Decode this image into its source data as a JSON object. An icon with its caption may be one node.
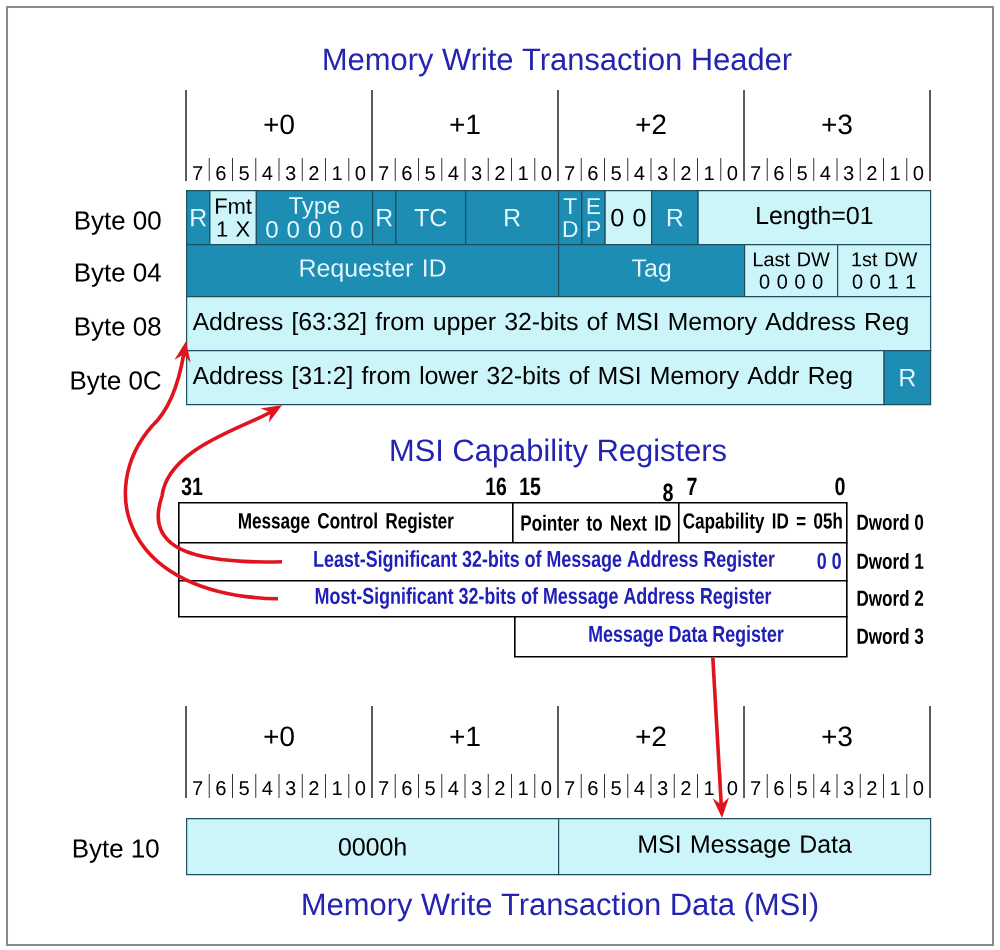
{
  "diagram": {
    "nodes": [
      {
        "text": [
          "R"
        ]
      },
      {
        "text": [
          "Fmt",
          "1 X"
        ]
      },
      {
        "text": [
          "Type",
          "0 0 0 0 0"
        ]
      },
      {
        "text": [
          "R"
        ]
      },
      {
        "text": [
          "TC"
        ]
      },
      {
        "text": [
          "R"
        ]
      },
      {
        "text": [
          "T D"
        ]
      },
      {
        "text": [
          "E P"
        ]
      },
      {
        "text": [
          "0 0"
        ]
      },
      {
        "text": [
          "R"
        ]
      },
      {
        "text": [
          "Length=01"
        ]
      },
      {
        "text": [
          "Requester ID"
        ]
      },
      {
        "text": [
          "Tag"
        ]
      },
      {
        "text": [
          "Last DW",
          "0 0 0 0"
        ]
      },
      {
        "text": [
          "1st DW",
          "0 0 1 1"
        ]
      },
      {
        "text": [
          "Address [63:32] from upper 32-bits of MSI Memory Address Reg"
        ]
      },
      {
        "text": [
          "Address [31:2] from lower 32-bits of MSI Memory Addr Reg"
        ]
      },
      {
        "text": [
          "R"
        ]
      },
      {
        "text": [
          "Message Control Register"
        ]
      },
      {
        "text": [
          "Pointer to Next ID"
        ]
      },
      {
        "text": [
          "Capability ID = 05h"
        ],
        "beside": [
          "Dword 0"
        ]
      },
      {
        "text": [
          "Least-Significant 32-bits of Message Address Register",
          "0 0"
        ],
        "beside": [
          "Dword 1"
        ]
      },
      {
        "text": [
          "Most-Significant 32-bits of Message Address Register"
        ],
        "beside": [
          "Dword 2"
        ]
      },
      {
        "text": [
          "Message Data Register"
        ],
        "beside": [
          "Dword 3"
        ]
      },
      {
        "text": [
          "0000h"
        ]
      },
      {
        "text": [
          "MSI Message Data"
        ]
      }
    ],
    "edges": [
      {
        "from": 22,
        "to": 15,
        "arrow": "to"
      },
      {
        "from": 21,
        "to": 16,
        "arrow": "to"
      },
      {
        "from": 23,
        "to": 25,
        "arrow": "to"
      }
    ],
    "labels": [
      "Memory Write Transaction Header",
      "+0",
      "+1",
      "+2",
      "+3",
      "7",
      "6",
      "5",
      "4",
      "3",
      "2",
      "1",
      "0",
      "7",
      "6",
      "5",
      "4",
      "3",
      "2",
      "1",
      "0",
      "7",
      "6",
      "5",
      "4",
      "3",
      "2",
      "1",
      "0",
      "7",
      "6",
      "5",
      "4",
      "3",
      "2",
      "1",
      "0",
      "Byte 00",
      "Byte 04",
      "Byte 08",
      "Byte 0C",
      "MSI Capability Registers",
      "31",
      "16",
      "15",
      "8",
      "7",
      "0",
      "+0",
      "+1",
      "+2",
      "+3",
      "7",
      "6",
      "5",
      "4",
      "3",
      "2",
      "1",
      "0",
      "7",
      "6",
      "5",
      "4",
      "3",
      "2",
      "1",
      "0",
      "7",
      "6",
      "5",
      "4",
      "3",
      "2",
      "1",
      "0",
      "7",
      "6",
      "5",
      "4",
      "3",
      "2",
      "1",
      "0",
      "Byte 10",
      "Memory Write Transaction Data (MSI)"
    ]
  }
}
